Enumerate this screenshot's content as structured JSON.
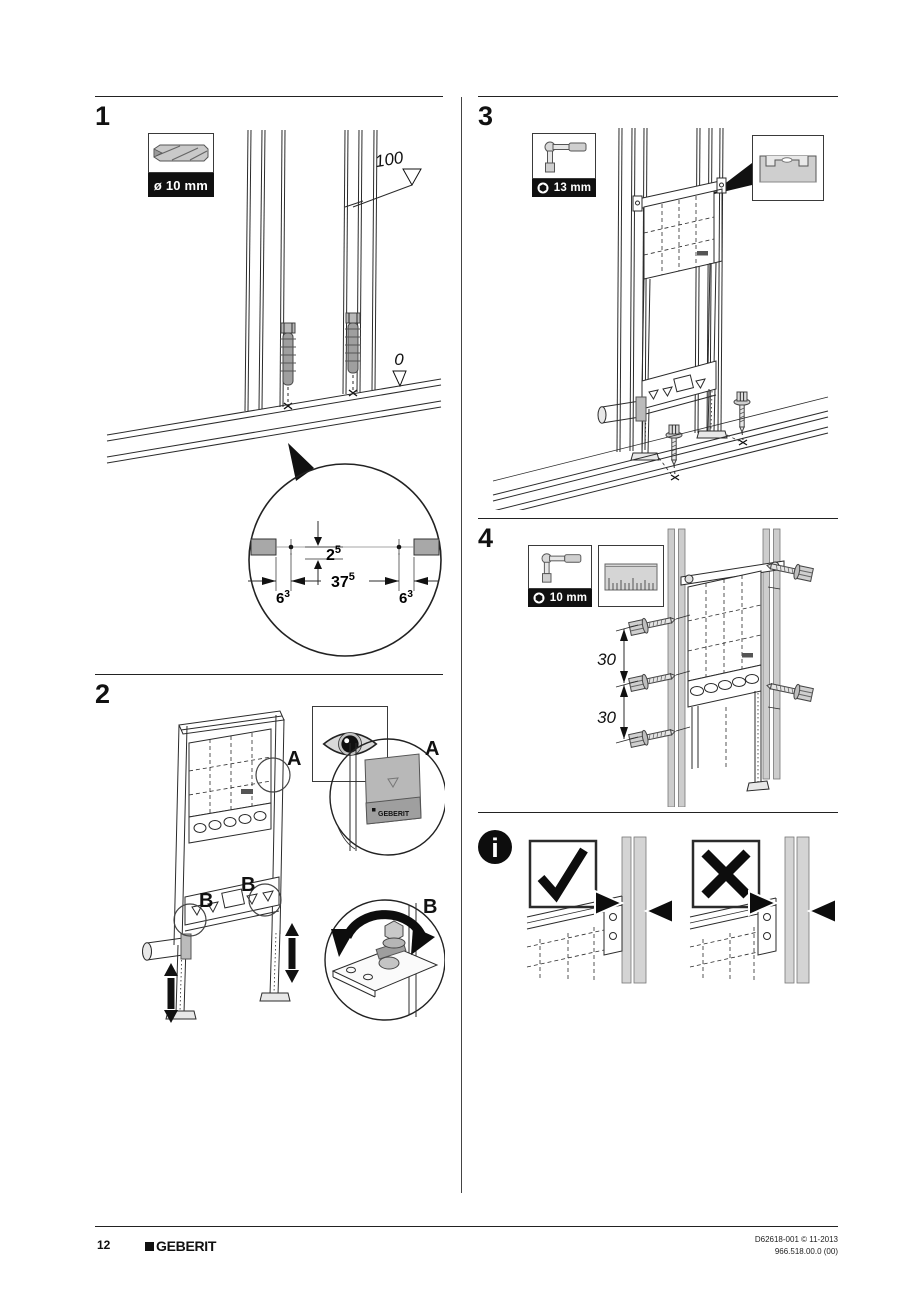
{
  "step1": {
    "number": "1",
    "drill_label": "ø 10 mm",
    "dim_top": "100",
    "dim_zero": "0",
    "detail": {
      "offset_base": "2",
      "offset_sup": "5",
      "span_base": "37",
      "span_sup": "5",
      "edge_base": "6",
      "edge_sup": "3"
    }
  },
  "step2": {
    "number": "2",
    "detail_a_label": "A",
    "detail_b_label": "B",
    "sticker_brand": "GEBERIT"
  },
  "step3": {
    "number": "3",
    "socket_size": "13 mm"
  },
  "step4": {
    "number": "4",
    "socket_size": "10 mm",
    "screw_spacing": "30"
  },
  "info": {
    "glyph": "i"
  },
  "icons": {
    "drill_bit": "drill-bit-icon",
    "hex_socket": "hex-socket-icon",
    "socket_wrench": "socket-wrench-icon",
    "spirit_level": "spirit-level-icon",
    "ruler": "ruler-icon",
    "eye": "eye-icon",
    "info": "info-icon",
    "ok": "checkmark-icon",
    "not_ok": "cross-icon"
  },
  "footer": {
    "page_number": "12",
    "brand": "GEBERIT",
    "doc_ref": "D62618-001 © 11-2013",
    "version": "966.518.00.0 (00)"
  }
}
